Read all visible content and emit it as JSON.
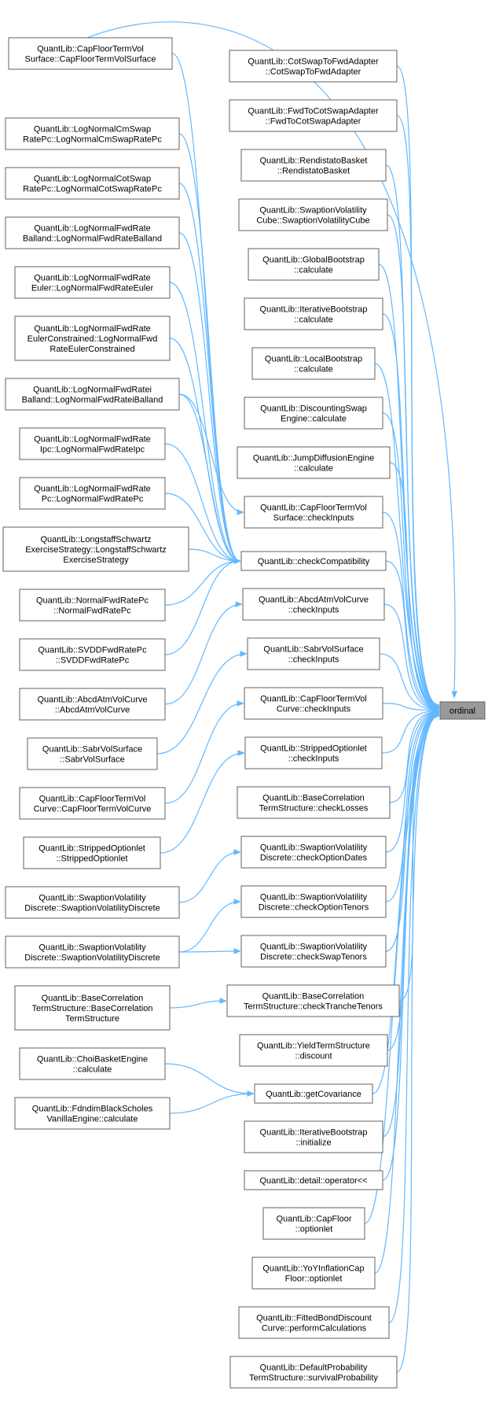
{
  "graph": {
    "root": "ordinal",
    "nodes": [
      {
        "id": "cf_surface_ctor",
        "lines": [
          "QuantLib::CapFloorTermVol",
          "Surface::CapFloorTermVolSurface"
        ]
      },
      {
        "id": "lncm",
        "lines": [
          "QuantLib::LogNormalCmSwap",
          "RatePc::LogNormalCmSwapRatePc"
        ]
      },
      {
        "id": "lncot",
        "lines": [
          "QuantLib::LogNormalCotSwap",
          "RatePc::LogNormalCotSwapRatePc"
        ]
      },
      {
        "id": "lnfwd_balland",
        "lines": [
          "QuantLib::LogNormalFwdRate",
          "Balland::LogNormalFwdRateBalland"
        ]
      },
      {
        "id": "lnfwd_euler",
        "lines": [
          "QuantLib::LogNormalFwdRate",
          "Euler::LogNormalFwdRateEuler"
        ]
      },
      {
        "id": "lnfwd_euler_c",
        "lines": [
          "QuantLib::LogNormalFwdRate",
          "EulerConstrained::LogNormalFwd",
          "RateEulerConstrained"
        ]
      },
      {
        "id": "lnfwd_iballand",
        "lines": [
          "QuantLib::LogNormalFwdRatei",
          "Balland::LogNormalFwdRateiBalland"
        ]
      },
      {
        "id": "lnfwd_ipc",
        "lines": [
          "QuantLib::LogNormalFwdRate",
          "Ipc::LogNormalFwdRateIpc"
        ]
      },
      {
        "id": "lnfwd_pc",
        "lines": [
          "QuantLib::LogNormalFwdRate",
          "Pc::LogNormalFwdRatePc"
        ]
      },
      {
        "id": "longstaff",
        "lines": [
          "QuantLib::LongstaffSchwartz",
          "ExerciseStrategy::LongstaffSchwartz",
          "ExerciseStrategy"
        ]
      },
      {
        "id": "normalfwd",
        "lines": [
          "QuantLib::NormalFwdRatePc",
          "::NormalFwdRatePc"
        ]
      },
      {
        "id": "svddf",
        "lines": [
          "QuantLib::SVDDFwdRatePc",
          "::SVDDFwdRatePc"
        ]
      },
      {
        "id": "abcd_ctor",
        "lines": [
          "QuantLib::AbcdAtmVolCurve",
          "::AbcdAtmVolCurve"
        ]
      },
      {
        "id": "sabr_ctor",
        "lines": [
          "QuantLib::SabrVolSurface",
          "::SabrVolSurface"
        ]
      },
      {
        "id": "cfcurve_ctor",
        "lines": [
          "QuantLib::CapFloorTermVol",
          "Curve::CapFloorTermVolCurve"
        ]
      },
      {
        "id": "stripped_ctor",
        "lines": [
          "QuantLib::StrippedOptionlet",
          "::StrippedOptionlet"
        ]
      },
      {
        "id": "svd_ctor1",
        "lines": [
          "QuantLib::SwaptionVolatility",
          "Discrete::SwaptionVolatilityDiscrete"
        ]
      },
      {
        "id": "svd_ctor2",
        "lines": [
          "QuantLib::SwaptionVolatility",
          "Discrete::SwaptionVolatilityDiscrete"
        ]
      },
      {
        "id": "bcts_ctor",
        "lines": [
          "QuantLib::BaseCorrelation",
          "TermStructure::BaseCorrelation",
          "TermStructure"
        ]
      },
      {
        "id": "choi",
        "lines": [
          "QuantLib::ChoiBasketEngine",
          "::calculate"
        ]
      },
      {
        "id": "fdndim",
        "lines": [
          "QuantLib::FdndimBlackScholes",
          "VanillaEngine::calculate"
        ]
      },
      {
        "id": "cotswap",
        "lines": [
          "QuantLib::CotSwapToFwdAdapter",
          "::CotSwapToFwdAdapter"
        ]
      },
      {
        "id": "fwdtocot",
        "lines": [
          "QuantLib::FwdToCotSwapAdapter",
          "::FwdToCotSwapAdapter"
        ]
      },
      {
        "id": "rendistato",
        "lines": [
          "QuantLib::RendistatoBasket",
          "::RendistatoBasket"
        ]
      },
      {
        "id": "swcube",
        "lines": [
          "QuantLib::SwaptionVolatility",
          "Cube::SwaptionVolatilityCube"
        ]
      },
      {
        "id": "globalboot",
        "lines": [
          "QuantLib::GlobalBootstrap",
          "::calculate"
        ]
      },
      {
        "id": "iterboot",
        "lines": [
          "QuantLib::IterativeBootstrap",
          "::calculate"
        ]
      },
      {
        "id": "localboot",
        "lines": [
          "QuantLib::LocalBootstrap",
          "::calculate"
        ]
      },
      {
        "id": "discswap",
        "lines": [
          "QuantLib::DiscountingSwap",
          "Engine::calculate"
        ]
      },
      {
        "id": "jumpdiff",
        "lines": [
          "QuantLib::JumpDiffusionEngine",
          "::calculate"
        ]
      },
      {
        "id": "cf_surface_check",
        "lines": [
          "QuantLib::CapFloorTermVol",
          "Surface::checkInputs"
        ]
      },
      {
        "id": "checkcompat",
        "lines": [
          "QuantLib::checkCompatibility"
        ]
      },
      {
        "id": "abcd_check",
        "lines": [
          "QuantLib::AbcdAtmVolCurve",
          "::checkInputs"
        ]
      },
      {
        "id": "sabr_check",
        "lines": [
          "QuantLib::SabrVolSurface",
          "::checkInputs"
        ]
      },
      {
        "id": "cfcurve_check",
        "lines": [
          "QuantLib::CapFloorTermVol",
          "Curve::checkInputs"
        ]
      },
      {
        "id": "stripped_check",
        "lines": [
          "QuantLib::StrippedOptionlet",
          "::checkInputs"
        ]
      },
      {
        "id": "bcts_losses",
        "lines": [
          "QuantLib::BaseCorrelation",
          "TermStructure::checkLosses"
        ]
      },
      {
        "id": "svd_optdates",
        "lines": [
          "QuantLib::SwaptionVolatility",
          "Discrete::checkOptionDates"
        ]
      },
      {
        "id": "svd_opttenors",
        "lines": [
          "QuantLib::SwaptionVolatility",
          "Discrete::checkOptionTenors"
        ]
      },
      {
        "id": "svd_swaptenors",
        "lines": [
          "QuantLib::SwaptionVolatility",
          "Discrete::checkSwapTenors"
        ]
      },
      {
        "id": "bcts_tranche",
        "lines": [
          "QuantLib::BaseCorrelation",
          "TermStructure::checkTrancheTenors"
        ]
      },
      {
        "id": "yts_discount",
        "lines": [
          "QuantLib::YieldTermStructure",
          "::discount"
        ]
      },
      {
        "id": "getcov",
        "lines": [
          "QuantLib::getCovariance"
        ]
      },
      {
        "id": "iterboot_init",
        "lines": [
          "QuantLib::IterativeBootstrap",
          "::initialize"
        ]
      },
      {
        "id": "detail_op",
        "lines": [
          "QuantLib::detail::operator<<"
        ]
      },
      {
        "id": "capfloor_optionlet",
        "lines": [
          "QuantLib::CapFloor",
          "::optionlet"
        ]
      },
      {
        "id": "yoy_optionlet",
        "lines": [
          "QuantLib::YoYInflationCap",
          "Floor::optionlet"
        ]
      },
      {
        "id": "fitted",
        "lines": [
          "QuantLib::FittedBondDiscount",
          "Curve::performCalculations"
        ]
      },
      {
        "id": "defprob",
        "lines": [
          "QuantLib::DefaultProbability",
          "TermStructure::survivalProbability"
        ]
      },
      {
        "id": "ordinal",
        "lines": [
          "ordinal"
        ]
      }
    ],
    "edges": [
      [
        "cf_surface_ctor",
        "ordinal"
      ],
      [
        "cf_surface_ctor",
        "checkcompat"
      ],
      [
        "lncm",
        "checkcompat"
      ],
      [
        "lncot",
        "checkcompat"
      ],
      [
        "lnfwd_balland",
        "checkcompat"
      ],
      [
        "lnfwd_euler",
        "checkcompat"
      ],
      [
        "lnfwd_euler_c",
        "checkcompat"
      ],
      [
        "lnfwd_iballand",
        "checkcompat"
      ],
      [
        "lnfwd_iballand",
        "cf_surface_check"
      ],
      [
        "lnfwd_ipc",
        "checkcompat"
      ],
      [
        "lnfwd_pc",
        "checkcompat"
      ],
      [
        "longstaff",
        "checkcompat"
      ],
      [
        "normalfwd",
        "checkcompat"
      ],
      [
        "svddf",
        "checkcompat"
      ],
      [
        "abcd_ctor",
        "abcd_check"
      ],
      [
        "sabr_ctor",
        "sabr_check"
      ],
      [
        "cfcurve_ctor",
        "cfcurve_check"
      ],
      [
        "stripped_ctor",
        "stripped_check"
      ],
      [
        "svd_ctor1",
        "svd_optdates"
      ],
      [
        "svd_ctor2",
        "svd_opttenors"
      ],
      [
        "svd_ctor2",
        "svd_swaptenors"
      ],
      [
        "bcts_ctor",
        "bcts_tranche"
      ],
      [
        "choi",
        "getcov"
      ],
      [
        "fdndim",
        "getcov"
      ],
      [
        "cotswap",
        "ordinal"
      ],
      [
        "fwdtocot",
        "ordinal"
      ],
      [
        "rendistato",
        "ordinal"
      ],
      [
        "swcube",
        "ordinal"
      ],
      [
        "globalboot",
        "ordinal"
      ],
      [
        "iterboot",
        "ordinal"
      ],
      [
        "localboot",
        "ordinal"
      ],
      [
        "discswap",
        "ordinal"
      ],
      [
        "jumpdiff",
        "ordinal"
      ],
      [
        "cf_surface_check",
        "ordinal"
      ],
      [
        "checkcompat",
        "ordinal"
      ],
      [
        "abcd_check",
        "ordinal"
      ],
      [
        "sabr_check",
        "ordinal"
      ],
      [
        "cfcurve_check",
        "ordinal"
      ],
      [
        "stripped_check",
        "ordinal"
      ],
      [
        "bcts_losses",
        "ordinal"
      ],
      [
        "svd_optdates",
        "ordinal"
      ],
      [
        "svd_opttenors",
        "ordinal"
      ],
      [
        "svd_swaptenors",
        "ordinal"
      ],
      [
        "bcts_tranche",
        "ordinal"
      ],
      [
        "yts_discount",
        "ordinal"
      ],
      [
        "getcov",
        "ordinal"
      ],
      [
        "iterboot_init",
        "ordinal"
      ],
      [
        "detail_op",
        "ordinal"
      ],
      [
        "capfloor_optionlet",
        "ordinal"
      ],
      [
        "yoy_optionlet",
        "ordinal"
      ],
      [
        "fitted",
        "ordinal"
      ],
      [
        "defprob",
        "ordinal"
      ]
    ]
  }
}
